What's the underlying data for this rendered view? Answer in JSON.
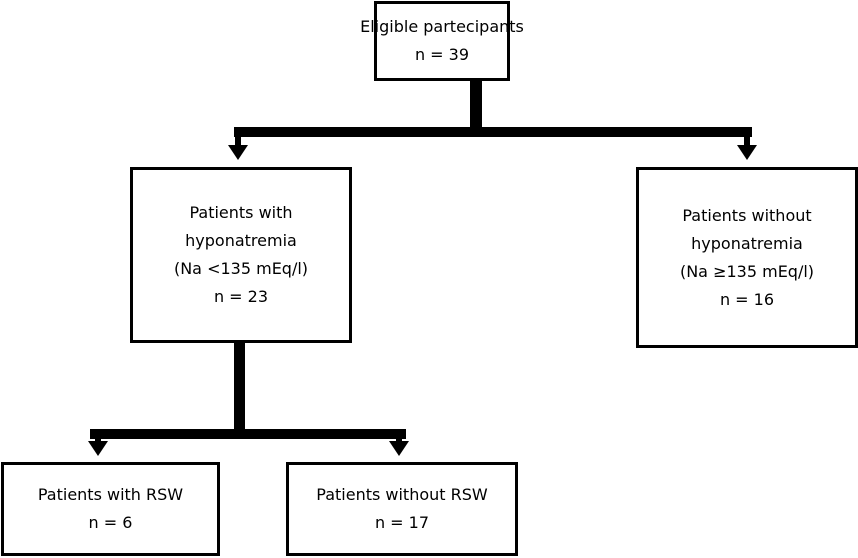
{
  "diagram": {
    "eligible": {
      "lines": [
        "Eligible partecipants",
        "n = 39"
      ]
    },
    "hyponatremia": {
      "lines": [
        "Patients with",
        "hyponatremia",
        "(Na <135 mEq/l)",
        "n = 23"
      ]
    },
    "no_hyponatremia": {
      "lines": [
        "Patients without",
        "hyponatremia",
        "(Na ≥135 mEq/l)",
        "n = 16"
      ]
    },
    "with_rsw": {
      "lines": [
        "Patients with RSW",
        "n = 6"
      ]
    },
    "without_rsw": {
      "lines": [
        "Patients without RSW",
        "n = 17"
      ]
    },
    "colors": {
      "line": "#000000",
      "box_border": "#000000",
      "background": "#ffffff"
    }
  }
}
